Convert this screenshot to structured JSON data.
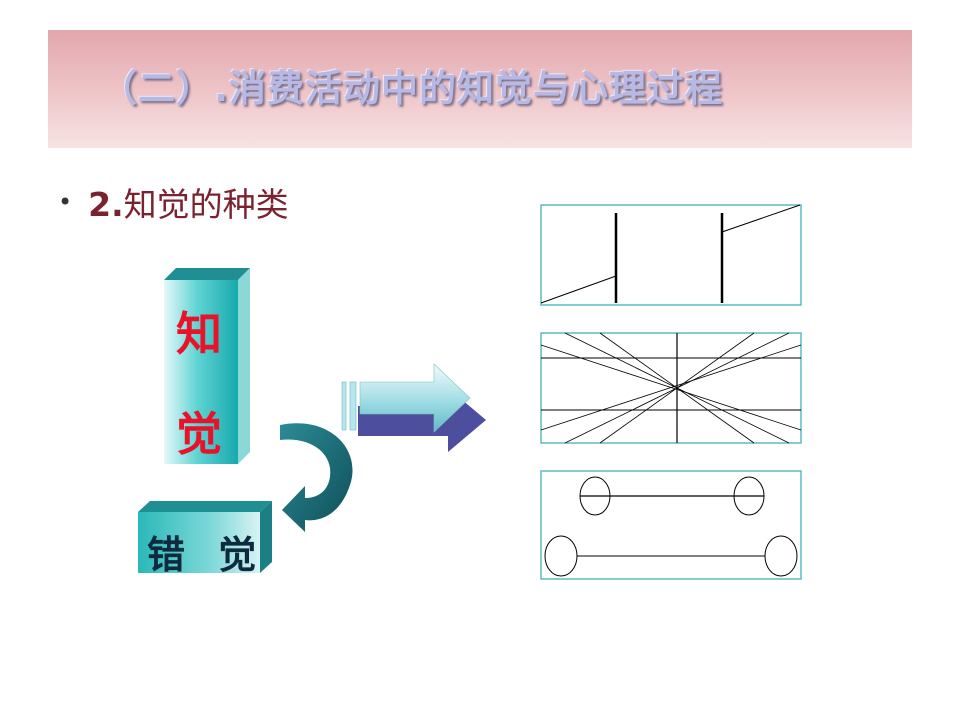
{
  "slide": {
    "title": "（二）.消费活动中的知觉与心理过程",
    "bullet": {
      "number": "2.",
      "text": "知觉的种类"
    }
  },
  "diagram": {
    "perception_label": [
      "知",
      "觉"
    ],
    "illusion_label": "错 觉",
    "colors": {
      "block_front": "#3cc4c4",
      "block_top": "#1f8f93",
      "block_side": "#8ad8d8",
      "perception_text": "#e8132a",
      "curved_arrow": "#1e6f7a",
      "right_arrow": "#b7e7ec",
      "panel_border": "#5bbcc4"
    }
  }
}
